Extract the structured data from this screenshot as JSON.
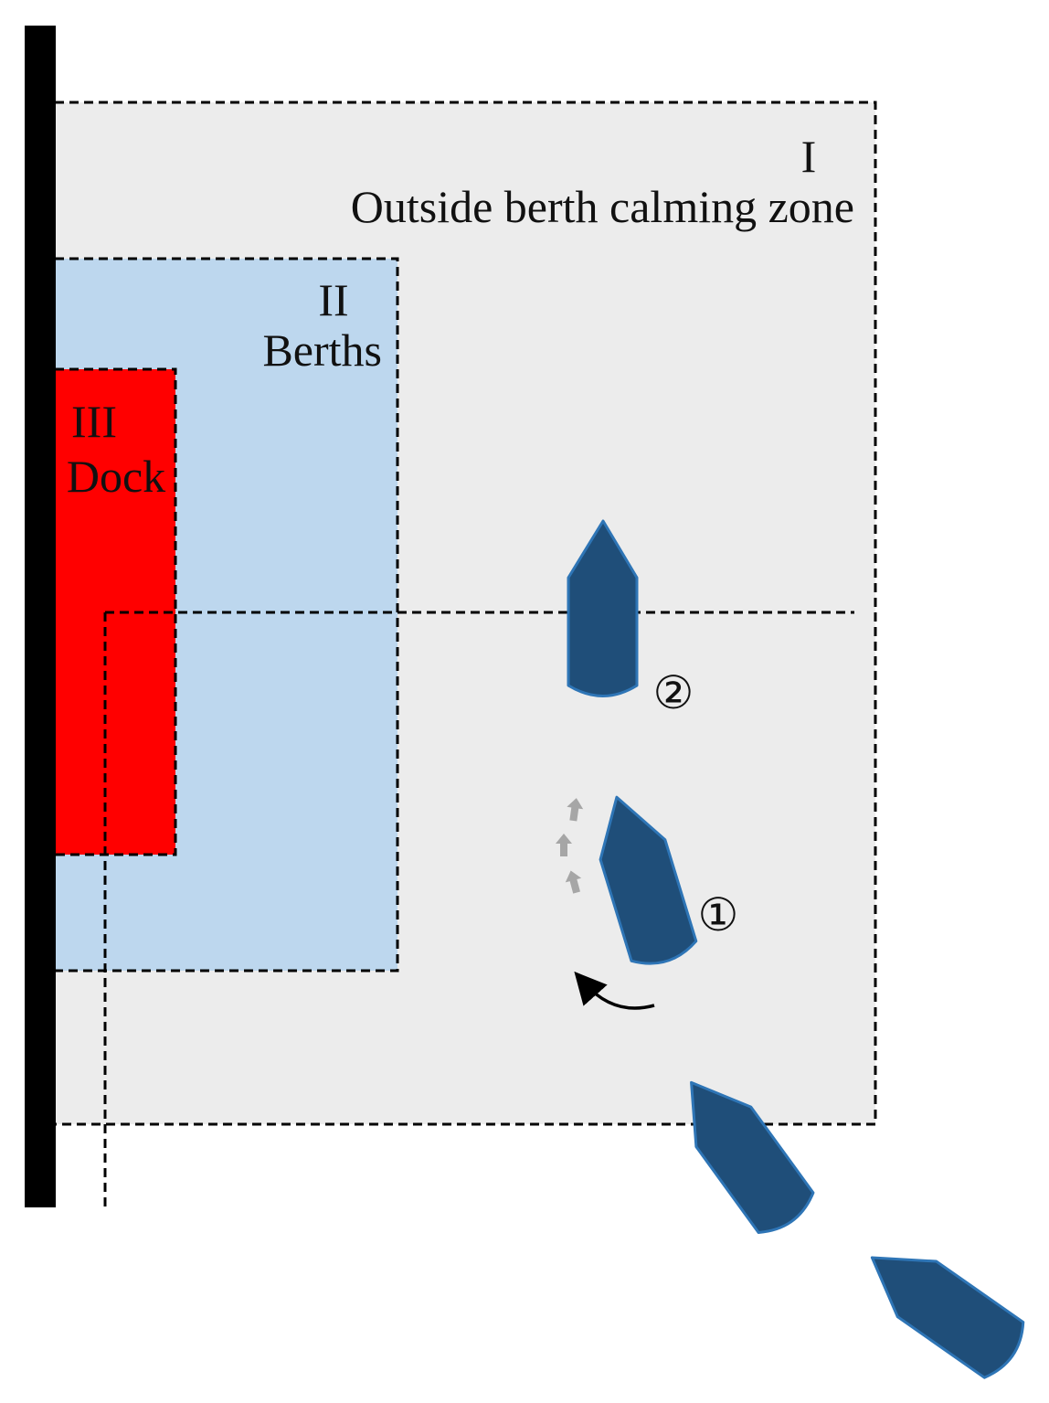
{
  "zones": {
    "outer": {
      "numeral": "I",
      "name": "Outside berth calming zone",
      "fill": "#ececec"
    },
    "berths": {
      "numeral": "II",
      "name": "Berths",
      "fill": "#bdd7ee"
    },
    "dock": {
      "numeral": "III",
      "name": "Dock",
      "fill": "#ff0000"
    }
  },
  "markers": {
    "step1": "①",
    "step2": "②"
  },
  "colors": {
    "ship": "#1f4e79",
    "ship_outline": "#2e75b6",
    "quay": "#000000",
    "dashed_line": "#000000",
    "small_arrows": "#a6a6a6"
  },
  "icons": [
    "ship-icon",
    "rotation-arrow-icon",
    "small-arrow-icon"
  ]
}
